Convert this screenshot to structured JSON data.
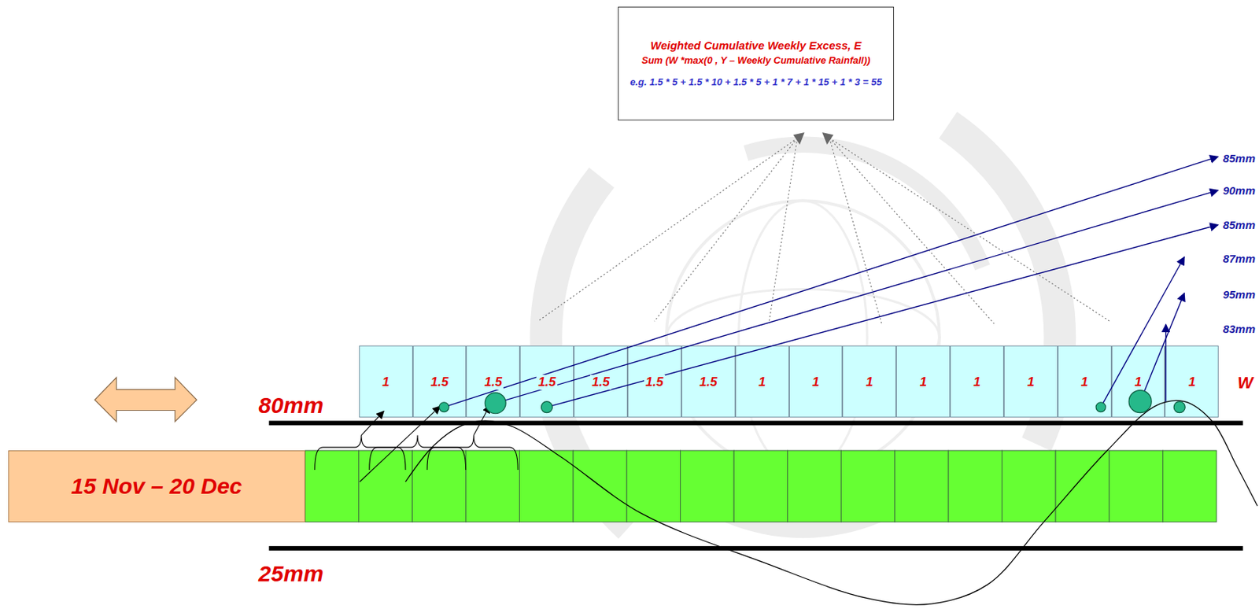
{
  "diagram": {
    "nodes": [
      {
        "text": [
          "Weighted Cumulative Weekly Excess, E",
          "Sum (W *max(0 , Y – Weekly Cumulative Rainfall))",
          "e.g. 1.5 * 5 + 1.5 * 10 + 1.5 * 5 + 1 * 7 + 1 * 15 + 1 * 3 = 55"
        ]
      },
      {
        "text": [
          "1"
        ]
      },
      {
        "text": [
          "1.5"
        ]
      },
      {
        "text": [
          "1.5"
        ]
      },
      {
        "text": [
          "1.5"
        ]
      },
      {
        "text": [
          "1.5"
        ]
      },
      {
        "text": [
          "1.5"
        ]
      },
      {
        "text": [
          "1.5"
        ]
      },
      {
        "text": [
          "1"
        ]
      },
      {
        "text": [
          "1"
        ]
      },
      {
        "text": [
          "1"
        ]
      },
      {
        "text": [
          "1"
        ]
      },
      {
        "text": [
          "1"
        ]
      },
      {
        "text": [
          "1"
        ]
      },
      {
        "text": [
          "1"
        ]
      },
      {
        "text": [
          "1"
        ]
      },
      {
        "text": [
          "1"
        ]
      },
      {
        "text": [
          "15 Nov – 20 Dec"
        ]
      }
    ],
    "labels": [
      "85mm",
      "90mm",
      "85mm",
      "87mm",
      "95mm",
      "83mm",
      "80mm",
      "W",
      "25mm"
    ]
  }
}
